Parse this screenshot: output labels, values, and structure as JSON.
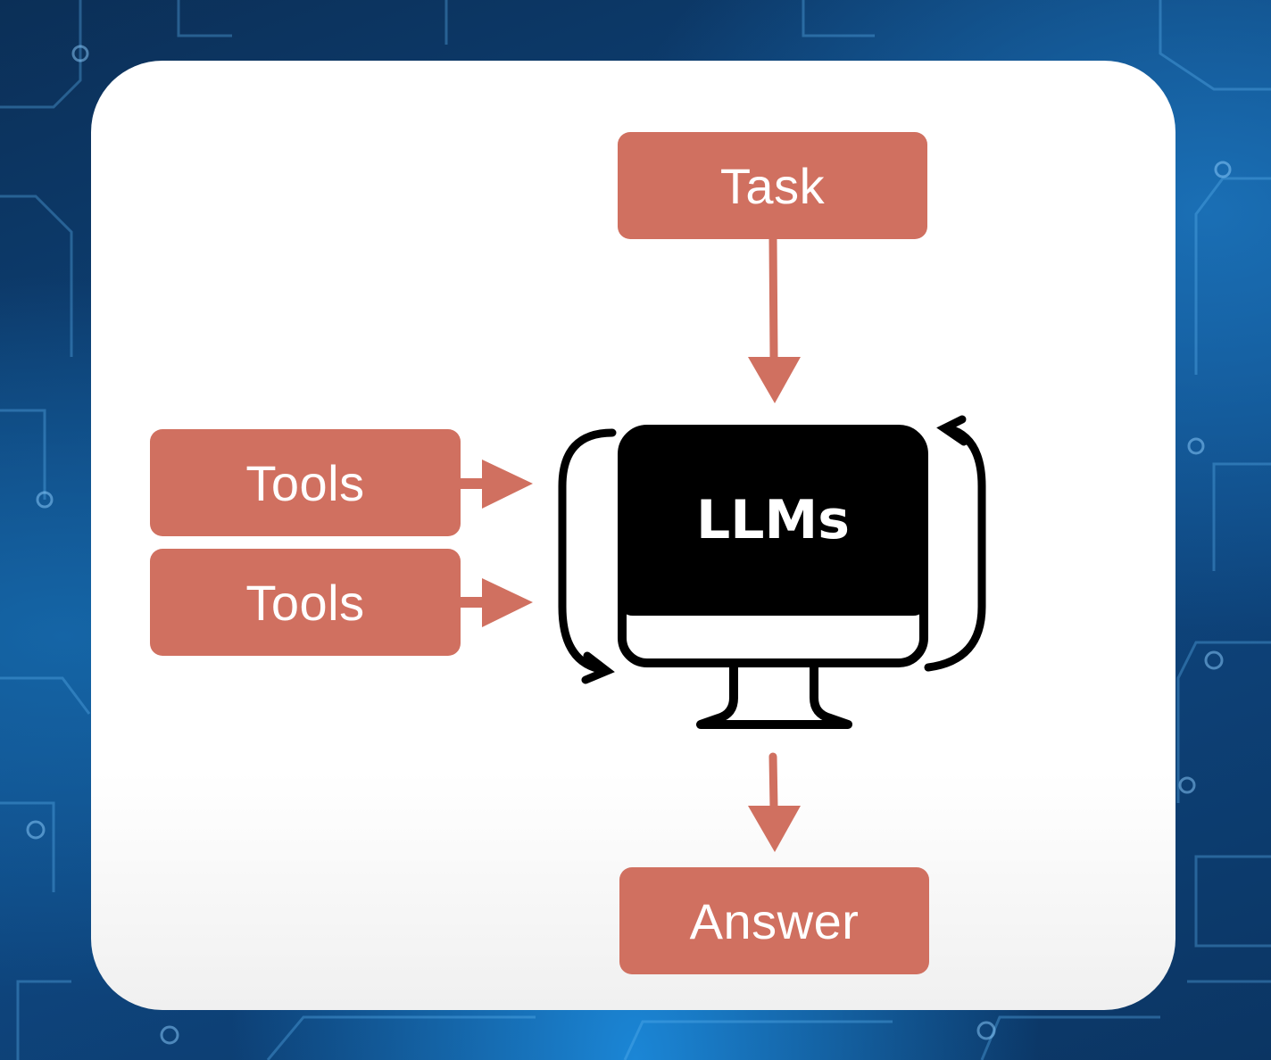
{
  "diagram": {
    "task_label": "Task",
    "tools_labels": [
      "Tools",
      "Tools"
    ],
    "model_label": "LLMs",
    "answer_label": "Answer"
  },
  "colors": {
    "box_fill": "#d07060",
    "box_text": "#ffffff",
    "monitor": "#000000",
    "card": "#ffffff",
    "background": "#0f4a86"
  }
}
